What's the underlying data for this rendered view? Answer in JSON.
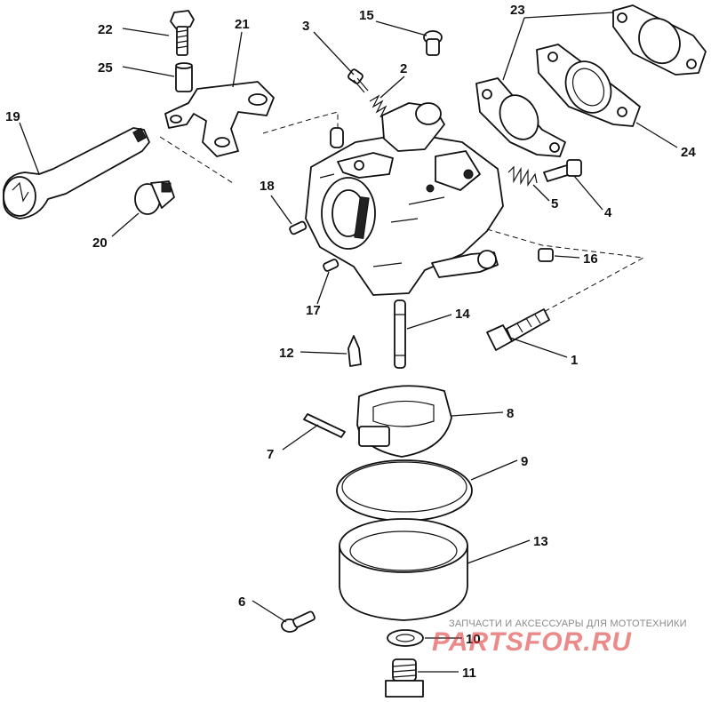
{
  "labels": {
    "l1": "1",
    "l2": "2",
    "l3": "3",
    "l4": "4",
    "l5": "5",
    "l6": "6",
    "l7": "7",
    "l8": "8",
    "l9": "9",
    "l10": "10",
    "l11": "11",
    "l12": "12",
    "l13": "13",
    "l14": "14",
    "l15": "15",
    "l16": "16",
    "l17": "17",
    "l18": "18",
    "l19": "19",
    "l20": "20",
    "l21": "21",
    "l22": "22",
    "l23": "23",
    "l24": "24",
    "l25": "25"
  },
  "watermark": {
    "tagline": "ЗАПЧАСТИ И АКСЕССУАРЫ ДЛЯ МОТОТЕХНИКИ",
    "brand": "PARTSFOR.RU",
    "brand_color": "#dc2828"
  }
}
